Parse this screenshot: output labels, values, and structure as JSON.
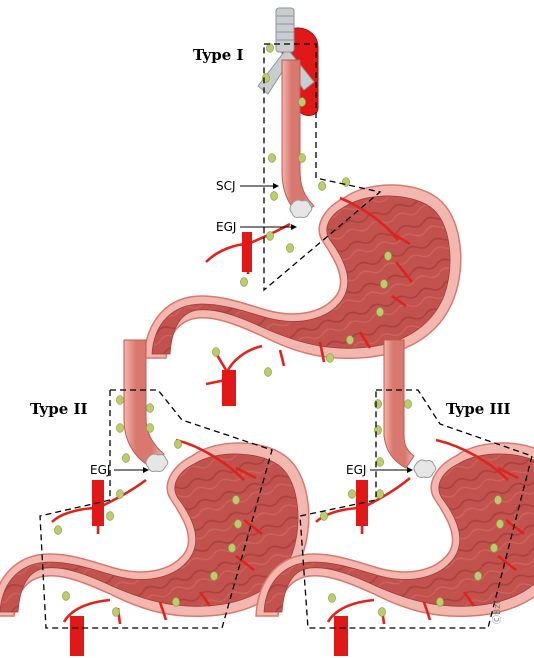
{
  "labels": {
    "type1": "Type I",
    "type2": "Type II",
    "type3": "Type III",
    "scj": "SCJ",
    "egj": "EGJ",
    "credit": "ⒸBzl"
  },
  "colors": {
    "stomach": "#c1524e",
    "stomach_rim": "#f2b7ae",
    "stomach_rim_dark": "#d9786f",
    "artery": "#e0241b",
    "aorta": "#e01818",
    "lymph_node": "#bccb6c",
    "trachea": "#c9cdd0",
    "tumor": "#e6e6e6",
    "zone_line": "#000000"
  },
  "icons": [
    "stomach-illustration",
    "esophagus",
    "aorta",
    "trachea",
    "lymph-node",
    "tumor",
    "leader-arrow"
  ]
}
